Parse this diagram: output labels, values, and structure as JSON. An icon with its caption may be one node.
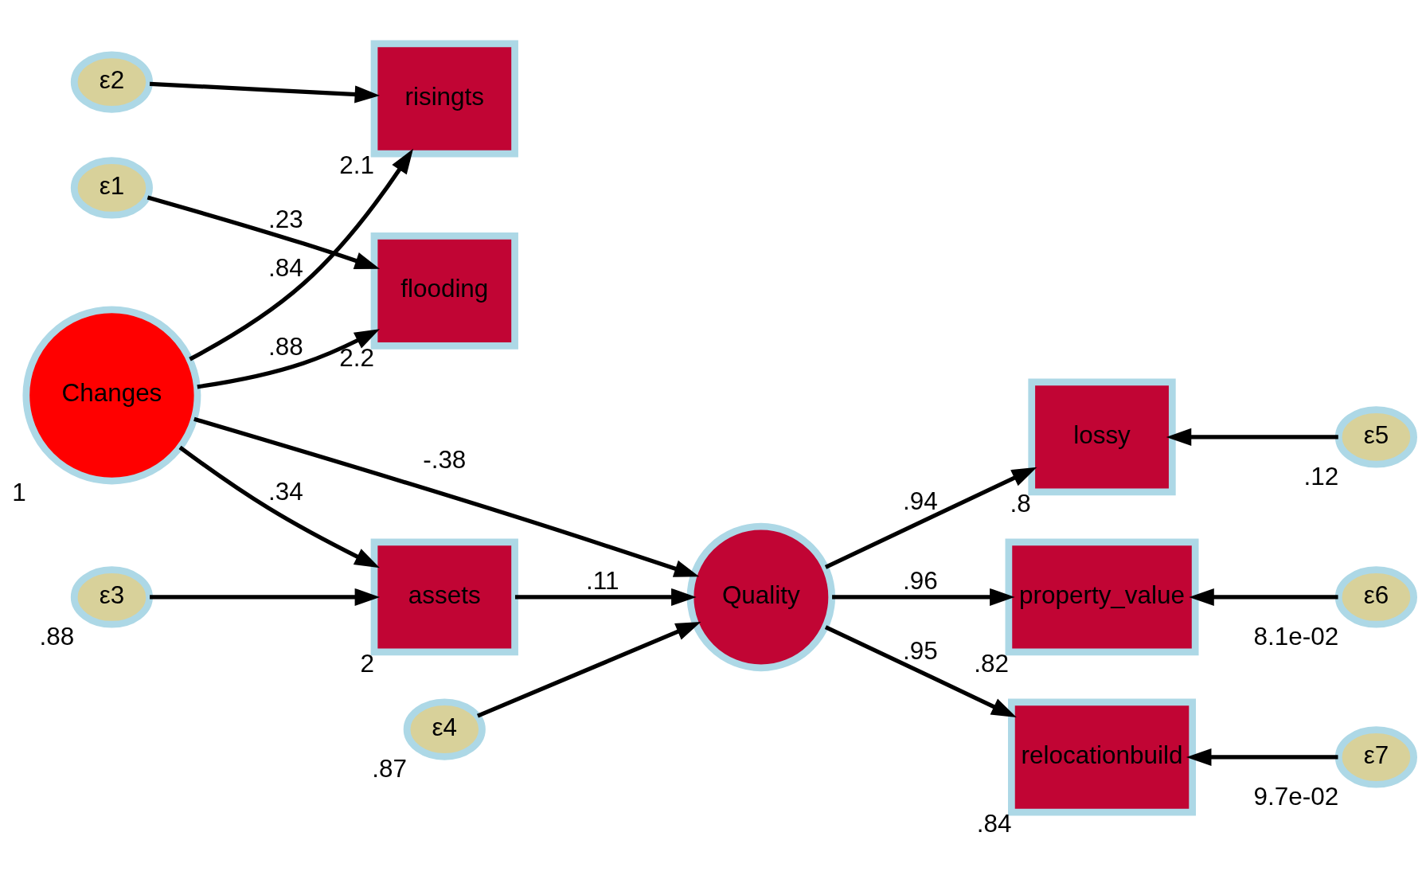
{
  "diagram": {
    "nodes": [
      {
        "text": [
          "ε1"
        ]
      },
      {
        "text": [
          "flooding"
        ],
        "beside": [
          "2.2"
        ]
      },
      {
        "text": [
          "ε2"
        ]
      },
      {
        "text": [
          "risingts"
        ],
        "beside": [
          "2.1"
        ]
      },
      {
        "text": [
          "assets"
        ],
        "beside": [
          "2"
        ]
      },
      {
        "text": [
          "ε3"
        ],
        "beside": [
          ".88"
        ]
      },
      {
        "text": [
          "Changes"
        ],
        "beside": [
          "1"
        ]
      },
      {
        "text": [
          "ε4"
        ],
        "beside": [
          ".87"
        ]
      },
      {
        "text": [
          "Quality"
        ]
      },
      {
        "text": [
          "lossy"
        ],
        "beside": [
          ".8"
        ]
      },
      {
        "text": [
          "ε5"
        ],
        "beside": [
          ".12"
        ]
      },
      {
        "text": [
          "property_value"
        ],
        "beside": [
          ".82"
        ]
      },
      {
        "text": [
          "ε6"
        ],
        "beside": [
          "8.1e-02"
        ]
      },
      {
        "text": [
          "relocationbuild"
        ],
        "beside": [
          ".84"
        ]
      },
      {
        "text": [
          "ε7"
        ],
        "beside": [
          "9.7e-02"
        ]
      }
    ],
    "edges": [
      {
        "from": 0,
        "to": 1,
        "arrow": "to",
        "label": ".23"
      },
      {
        "from": 2,
        "to": 3,
        "arrow": "to"
      },
      {
        "from": 6,
        "to": 1,
        "arrow": "to",
        "label": ".88"
      },
      {
        "from": 6,
        "to": 3,
        "arrow": "to",
        "label": ".84"
      },
      {
        "from": 6,
        "to": 4,
        "arrow": "to",
        "label": ".34"
      },
      {
        "from": 6,
        "to": 8,
        "arrow": "to",
        "label": "-.38"
      },
      {
        "from": 4,
        "to": 8,
        "arrow": "to",
        "label": ".11"
      },
      {
        "from": 5,
        "to": 4,
        "arrow": "to"
      },
      {
        "from": 7,
        "to": 8,
        "arrow": "to"
      },
      {
        "from": 8,
        "to": 9,
        "arrow": "to",
        "label": ".94"
      },
      {
        "from": 8,
        "to": 11,
        "arrow": "to",
        "label": ".96"
      },
      {
        "from": 8,
        "to": 13,
        "arrow": "to",
        "label": ".95"
      },
      {
        "from": 10,
        "to": 9,
        "arrow": "to"
      },
      {
        "from": 12,
        "to": 11,
        "arrow": "to"
      },
      {
        "from": 14,
        "to": 13,
        "arrow": "to"
      }
    ]
  }
}
